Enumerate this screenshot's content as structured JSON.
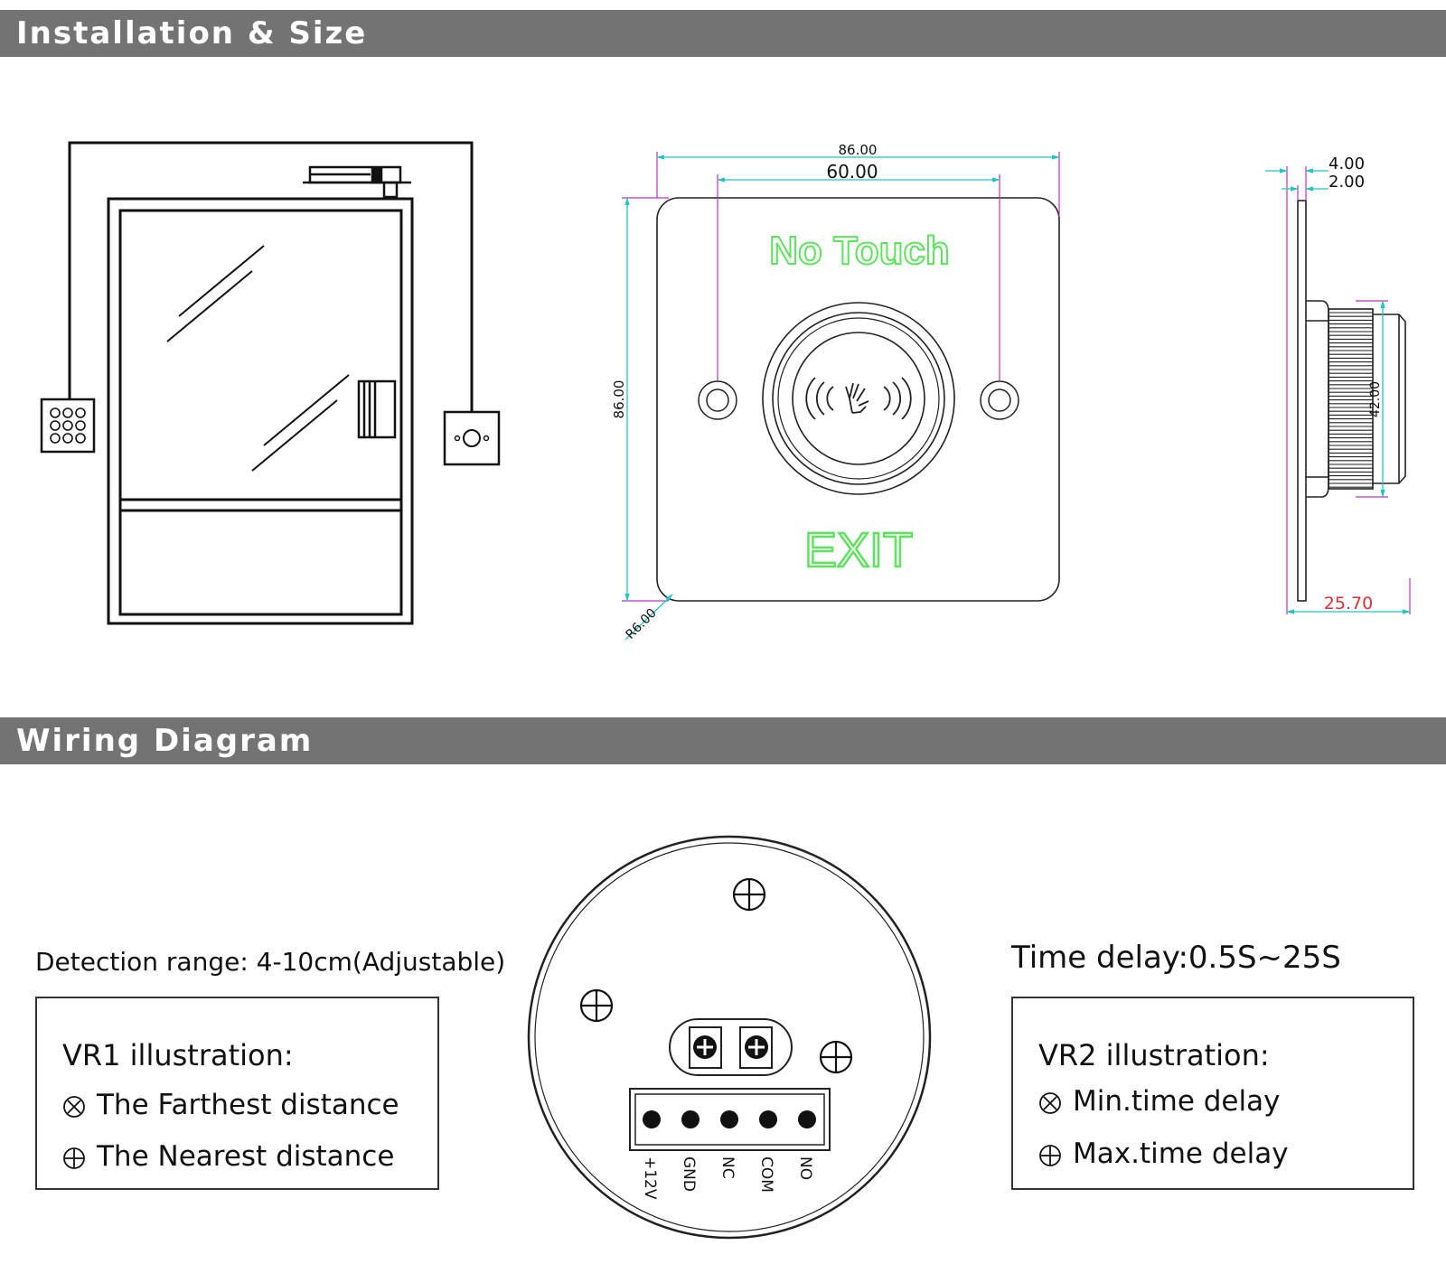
{
  "sections": {
    "installation_title": "Installation & Size",
    "wiring_title": "Wiring Diagram"
  },
  "front_view": {
    "dim_width_outer": "86.00",
    "dim_hole_spacing": "60.00",
    "dim_height": "86.00",
    "dim_radius": "R6.00",
    "label_top": "No Touch",
    "label_bottom": "EXIT"
  },
  "side_view": {
    "dim_a": "4.00",
    "dim_b": "2.00",
    "dim_diameter": "42.00",
    "dim_depth": "25.70"
  },
  "wiring": {
    "detection_range": "Detection range: 4-10cm(Adjustable)",
    "time_delay": "Time delay:0.5S~25S",
    "vr1": {
      "title": "VR1 illustration:",
      "item1": "The Farthest distance",
      "item2": "The Nearest distance"
    },
    "vr2": {
      "title": "VR2 illustration:",
      "item1": "Min.time delay",
      "item2": "Max.time delay"
    },
    "terminals": [
      "+12V",
      "GND",
      "NC",
      "COM",
      "NO"
    ]
  },
  "colors": {
    "banner": "#737373",
    "dimension_line": "#22c5c5",
    "extension_line": "#c030c0",
    "label_green": "#5ee35e",
    "dimension_red": "#e03030"
  }
}
